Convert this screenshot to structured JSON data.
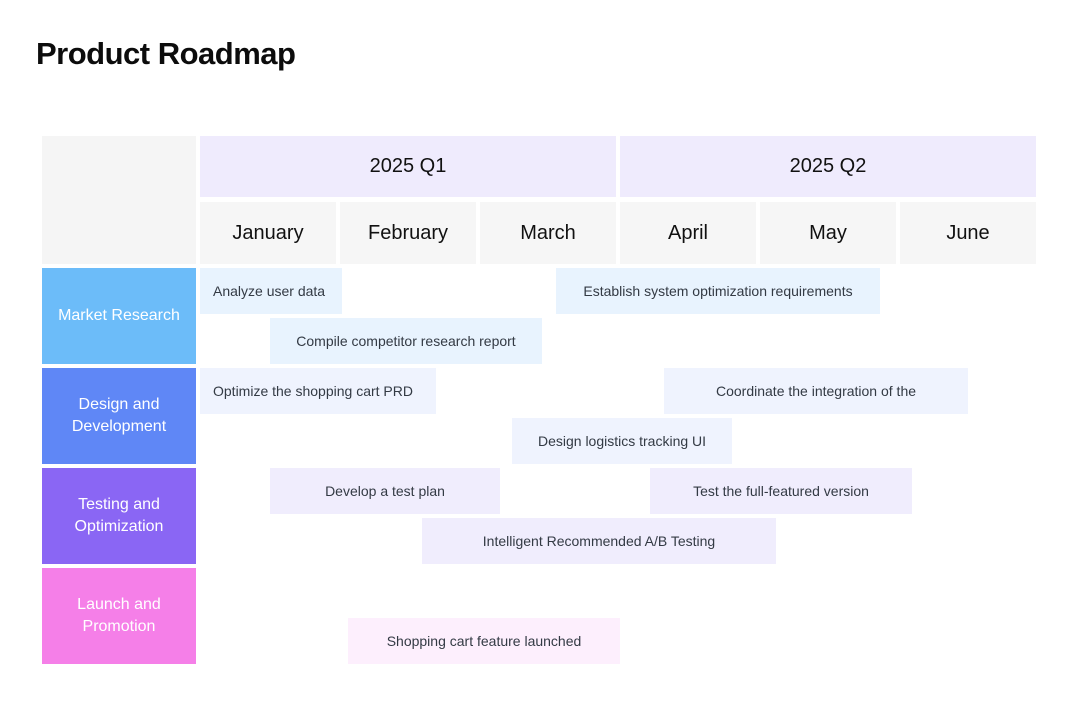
{
  "title": "Product Roadmap",
  "quarters": [
    {
      "label": "2025 Q1",
      "months": [
        "January",
        "February",
        "March"
      ]
    },
    {
      "label": "2025 Q2",
      "months": [
        "April",
        "May",
        "June"
      ]
    }
  ],
  "rows": [
    {
      "label": "Market Research",
      "color": "#6cbcf9",
      "tasks": [
        {
          "text": "Analyze user data"
        },
        {
          "text": "Compile competitor research report"
        },
        {
          "text": "Establish system optimization requirements"
        }
      ]
    },
    {
      "label": "Design and Development",
      "color": "#5f87f6",
      "tasks": [
        {
          "text": "Optimize the shopping cart PRD"
        },
        {
          "text": "Design logistics tracking UI"
        },
        {
          "text": "Coordinate the integration of the"
        }
      ]
    },
    {
      "label": "Testing and Optimization",
      "color": "#8a66f4",
      "tasks": [
        {
          "text": "Develop a test plan"
        },
        {
          "text": "Intelligent Recommended A/B Testing"
        },
        {
          "text": "Test the full-featured version"
        }
      ]
    },
    {
      "label": "Launch and Promotion",
      "color": "#f57fe8",
      "tasks": [
        {
          "text": "Shopping cart feature launched"
        }
      ]
    }
  ]
}
